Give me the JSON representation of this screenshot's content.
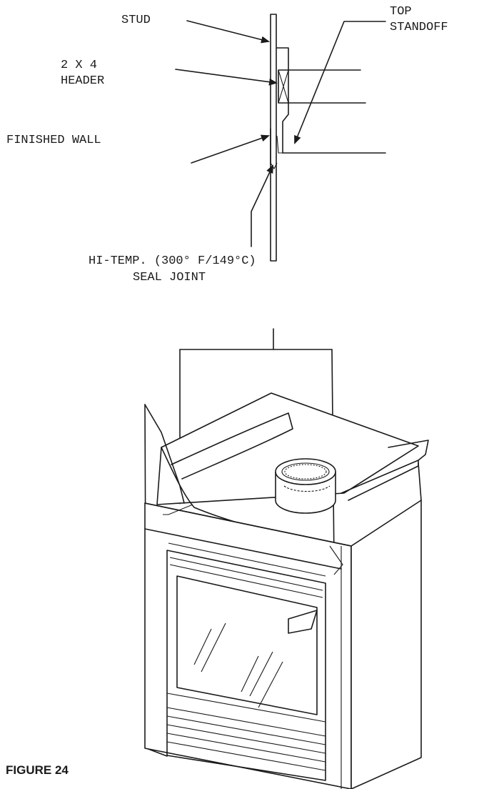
{
  "labels": {
    "stud": "STUD",
    "top_standoff_line1": "TOP",
    "top_standoff_line2": "STANDOFF",
    "header_line1": "2 X 4",
    "header_line2": "HEADER",
    "finished_wall": "FINISHED WALL",
    "seal_line1": "HI-TEMP. (300° F/149°C)",
    "seal_line2": "SEAL JOINT"
  },
  "figure_caption": "FIGURE 24",
  "colors": {
    "ink": "#1a1a1a",
    "paper": "#ffffff"
  }
}
